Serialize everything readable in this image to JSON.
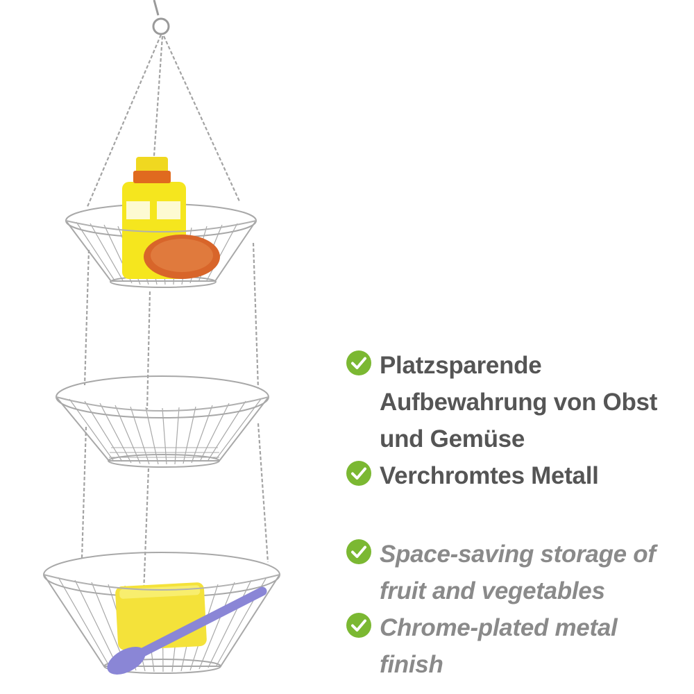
{
  "colors": {
    "check_green": "#7bb832",
    "german_text": "#555555",
    "english_text": "#8a8a8a",
    "chrome": "#a9a9a9",
    "bottle_yellow": "#f5e61e",
    "bottle_cap": "#e06a1f",
    "scourer_orange": "#d8652a",
    "sponge_yellow": "#f4e23a",
    "brush_purple": "#8a86d6"
  },
  "icons": {
    "check": "check-circle-icon"
  },
  "features": [
    {
      "lang": "de",
      "text": "Platzsparende\nAufbewahrung von Obst\nund Gemüse"
    },
    {
      "lang": "de",
      "text": "Verchromtes Metall"
    },
    {
      "lang": "en",
      "text": "Space-saving storage of\nfruit and vegetables"
    },
    {
      "lang": "en",
      "text": "Chrome-plated metal\nfinish"
    }
  ]
}
